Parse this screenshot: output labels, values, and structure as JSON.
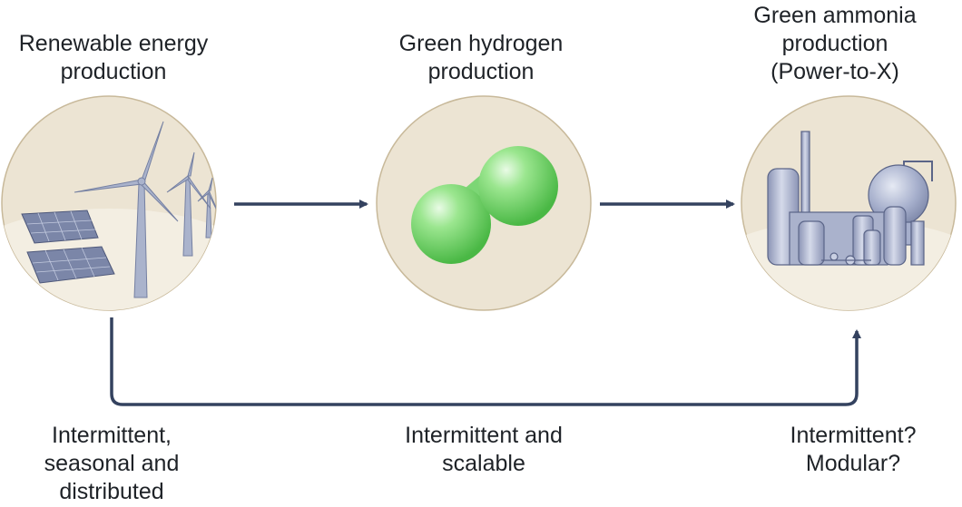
{
  "stages": [
    {
      "id": "renewable",
      "title_lines": [
        "Renewable energy",
        "production"
      ],
      "icon": "wind-solar-icon",
      "note_lines": [
        "Intermittent,",
        "seasonal and",
        "distributed"
      ]
    },
    {
      "id": "hydrogen",
      "title_lines": [
        "Green hydrogen",
        "production"
      ],
      "icon": "hydrogen-molecule-icon",
      "note_lines": [
        "Intermittent and",
        "scalable"
      ]
    },
    {
      "id": "ammonia",
      "title_lines": [
        "Green ammonia",
        "production",
        "(Power-to-X)"
      ],
      "icon": "ammonia-plant-icon",
      "note_lines": [
        "Intermittent?",
        "Modular?"
      ]
    }
  ],
  "colors": {
    "arrow": "#34425f",
    "circle_fill": "#ece4d3",
    "circle_stroke": "#c8b99a",
    "hydrogen": "#6fd46a",
    "plant": "#9aa4c4"
  }
}
